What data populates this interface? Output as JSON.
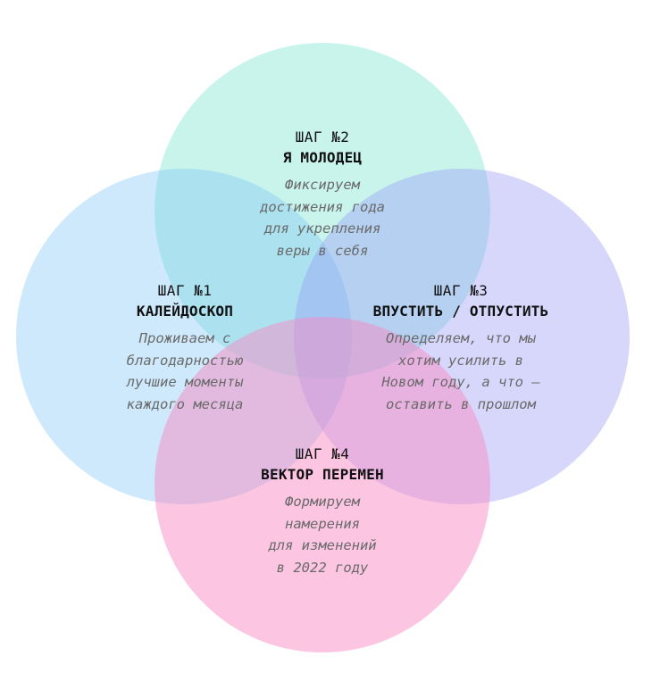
{
  "steps": [
    {
      "id": "step-1",
      "label": "ШАГ №1",
      "title": "КАЛЕЙДОСКОП",
      "desc": [
        "Проживаем с",
        "благодарностью",
        "лучшие моменты",
        "каждого месяца"
      ]
    },
    {
      "id": "step-2",
      "label": "ШАГ №2",
      "title": "Я МОЛОДЕЦ",
      "desc": [
        "Фиксируем",
        "достижения года",
        "для укрепления",
        "веры в себя"
      ]
    },
    {
      "id": "step-3",
      "label": "ШАГ №3",
      "title": "ВПУСТИТЬ / ОТПУСТИТЬ",
      "desc": [
        "Определяем, что мы",
        "хотим усилить в",
        "Новом году, а что –",
        "оставить в прошлом"
      ]
    },
    {
      "id": "step-4",
      "label": "ШАГ №4",
      "title": "ВЕКТОР ПЕРЕМЕН",
      "desc": [
        "Формируем",
        "намерения",
        "для изменений",
        "в 2022 году"
      ]
    }
  ],
  "colors": {
    "circle_teal": "#8ce8d7",
    "circle_blue": "#7dc4f5",
    "circle_violet": "#9696f8",
    "circle_pink": "#f887c3",
    "text_primary": "#111111",
    "text_secondary": "#6a6a6a"
  }
}
